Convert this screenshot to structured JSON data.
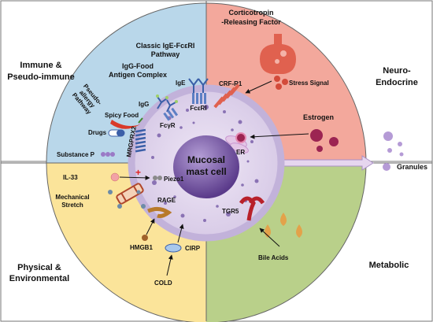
{
  "quadrants": {
    "immune": {
      "line1": "Immune &",
      "line2": "Pseudo-immune",
      "color": "#b9d7ea"
    },
    "neuro": {
      "line1": "Neuro-",
      "line2": "Endocrine",
      "color": "#f3a89c"
    },
    "physical": {
      "line1": "Physical &",
      "line2": "Environmental",
      "color": "#fbe49a"
    },
    "metabolic": {
      "line1": "Metabolic",
      "color": "#b9d08a"
    }
  },
  "cell": {
    "line1": "Mucosal",
    "line2": "mast cell"
  },
  "labels": {
    "classic_1": "Classic IgE-FcεRI",
    "classic_2": "Pathway",
    "igg_food_1": "IgG-Food",
    "igg_food_2": "Antigen Complex",
    "pseudo_1": "Pseudo-",
    "pseudo_2": "allergy",
    "pseudo_3": "Pathway",
    "ige": "IgE",
    "igg": "IgG",
    "fceri": "FcεRI",
    "fcgr": "FcγR",
    "spicy_food": "Spicy Food",
    "drugs": "Drugs",
    "mrgprx2": "MRGPRX2",
    "substance_p": "Substance P",
    "crf_1": "Corticotropin",
    "crf_2": "-Releasing Factor",
    "crf_r1": "CRF-R1",
    "stress_signal": "Stress Signal",
    "estrogen": "Estrogen",
    "er": "ER",
    "granules": "Granules",
    "il33": "IL-33",
    "piezo1": "Piezo1",
    "mech_1": "Mechanical",
    "mech_2": "Stretch",
    "rage": "RAGE",
    "hmgb1": "HMGB1",
    "cirp": "CIRP",
    "cold": "COLD",
    "tgr5": "TGR5",
    "bile_acids": "Bile Acids",
    "plus": "+"
  },
  "colors": {
    "cell_fill": "#ddd3ea",
    "cell_border": "#c2b2da",
    "nucleus": "#6a4a9a",
    "granule": "#8a72b4",
    "receptor_blue": "#3b5fa8",
    "crf_red": "#e0614f",
    "tgr5_red": "#b8202a",
    "estrogen": "#9c2452",
    "bile": "#e3a24a",
    "arrow_fill": "#e6d6ef"
  }
}
